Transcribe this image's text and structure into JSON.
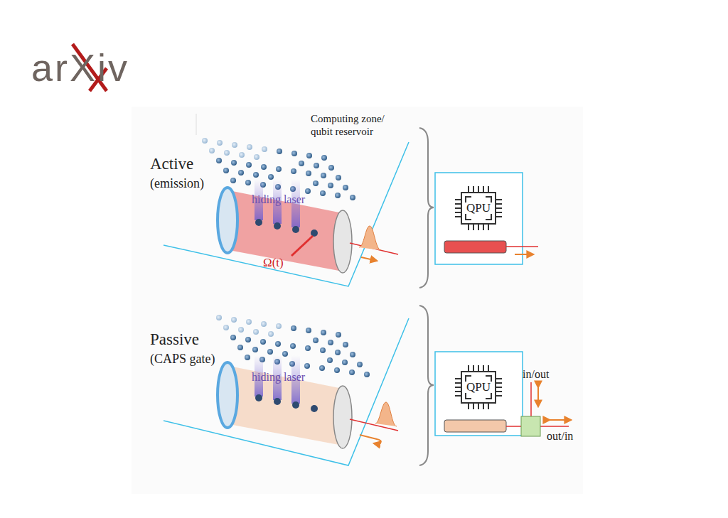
{
  "diagram": {
    "nodes": [
      {
        "text": [
          "QPU"
        ]
      },
      {
        "text": [
          "QPU"
        ]
      }
    ],
    "labels": [
      "arXiv",
      "Computing zone/ qubit reservoir",
      "Active",
      "(emission)",
      "hiding laser",
      "Ω(t)",
      "Passive",
      "(CAPS gate)",
      "hiding laser",
      "in/out",
      "out/in"
    ]
  }
}
